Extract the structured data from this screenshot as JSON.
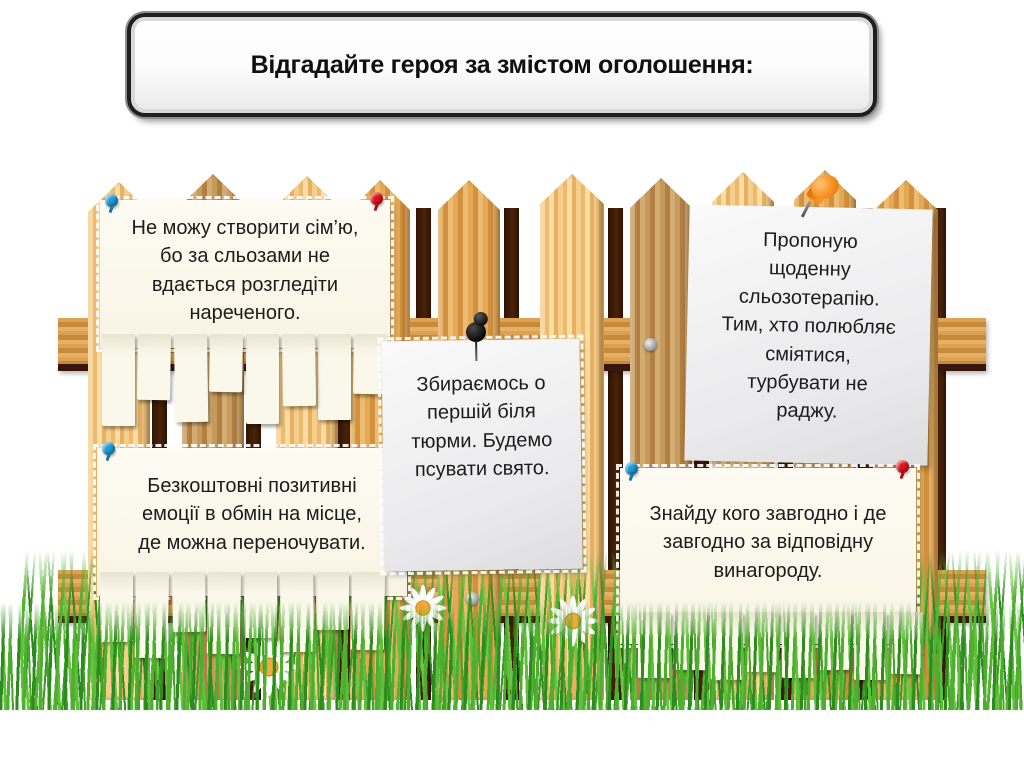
{
  "slide": {
    "title": "Відгадайте героя за змістом оголошення:"
  },
  "notes": [
    {
      "id": "announcement-1",
      "text": "Не можу створити сім’ю,\nбо за сльозами не\nвдається розгледіти\nнареченого.",
      "pins": [
        "blue",
        "red"
      ],
      "has_tear_strips": true
    },
    {
      "id": "announcement-2",
      "text": "Безкоштовні позитивні\nемоції в обмін на місце,\nде можна переночувати.",
      "pins": [
        "blue",
        "red"
      ],
      "has_tear_strips": true
    },
    {
      "id": "announcement-3",
      "text": "Збираємось о\nпершій біля\nтюрми. Будемо\nпсувати свято.",
      "pins": [
        "black"
      ],
      "has_tear_strips": false
    },
    {
      "id": "announcement-4",
      "text": "Пропоную\nщоденну\nсльозотерапію.\nТим, хто полюбляє\nсміятися,\nтурбувати не\nраджу.",
      "pins": [
        "orange"
      ],
      "has_tear_strips": false
    },
    {
      "id": "announcement-5",
      "text": "Знайду кого завгодно і де\nзавгодно за відповідну\nвинагороду.",
      "pins": [
        "blue",
        "red"
      ],
      "has_tear_strips": true
    }
  ],
  "colors": {
    "pin_blue": "#1E9CD8",
    "pin_red": "#E0151B",
    "pin_black": "#1A1A1A",
    "pin_orange": "#F68B1F",
    "fence_light": "#F2C37E",
    "fence_shadow": "#4A2208",
    "grass_green": "#4CAF2E",
    "paper_cream": "#FCFAF0",
    "paper_gray": "#EFEFF1"
  }
}
